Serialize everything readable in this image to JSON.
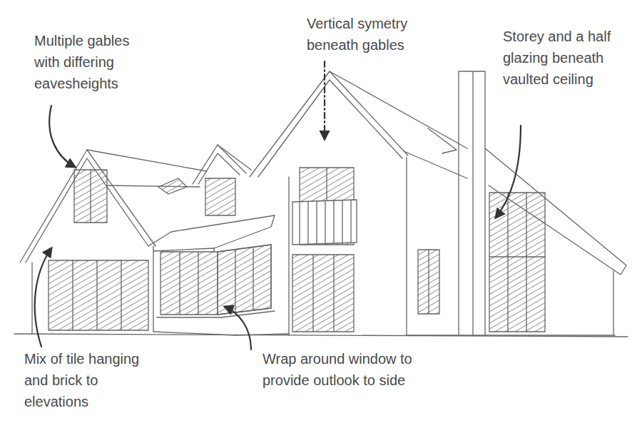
{
  "diagram": {
    "labels": [
      "Multiple gables with differing eavesheights",
      "Vertical symetry beneath gables",
      "Storey and a half glazing beneath vaulted ceiling",
      "Mix of tile hanging and brick to elevations",
      "Wrap around window to provide outlook to side"
    ]
  }
}
